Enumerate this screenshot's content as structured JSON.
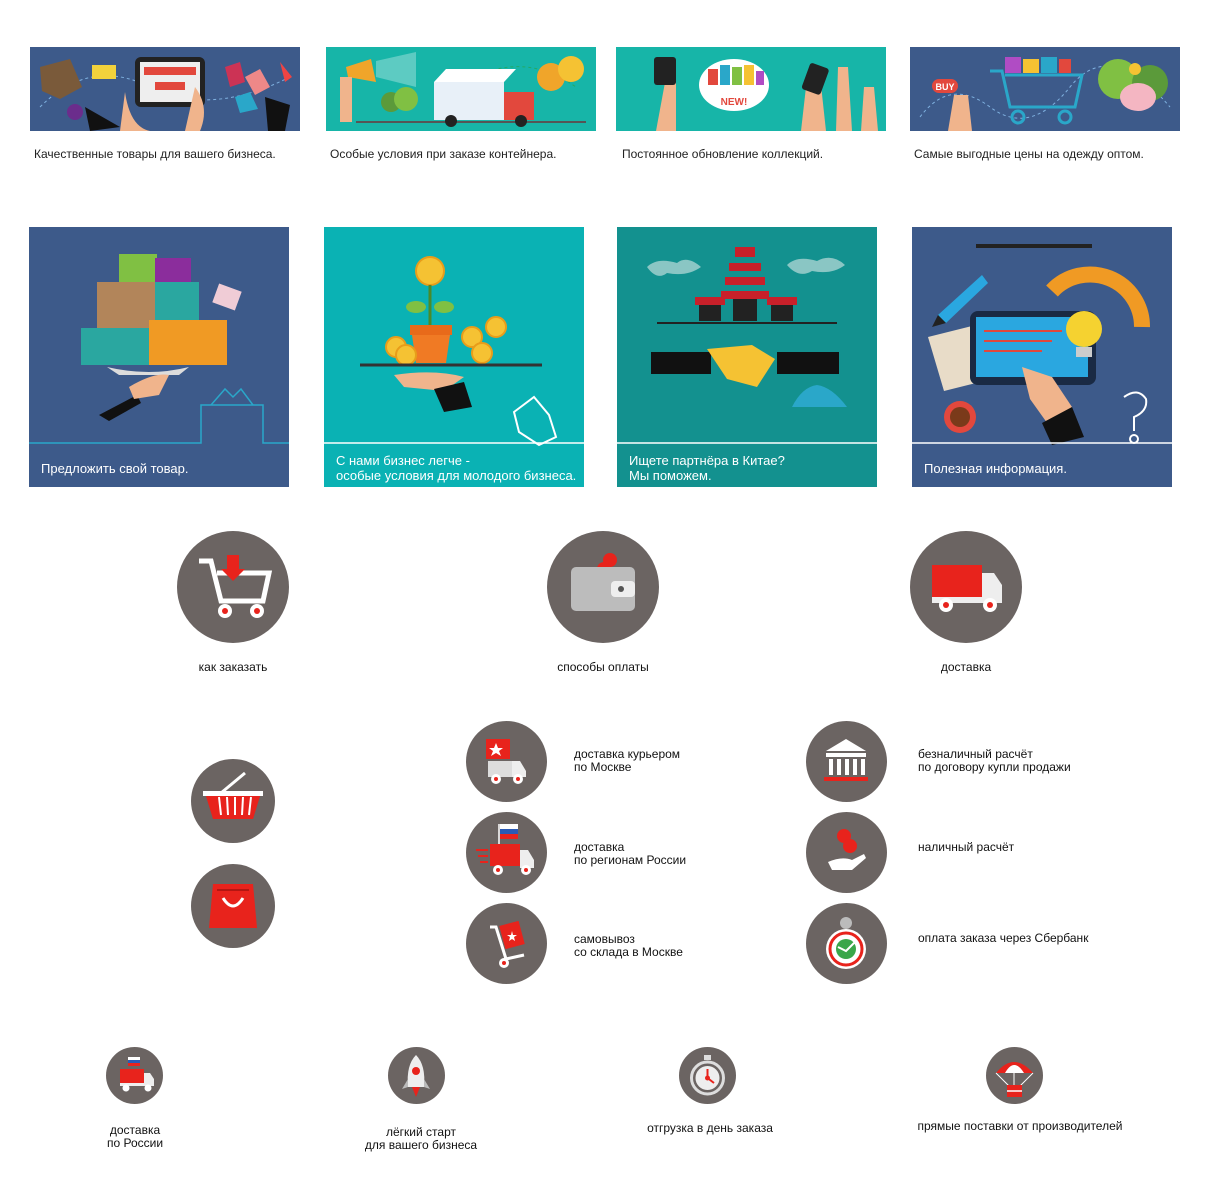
{
  "banners": [
    {
      "caption": "Качественные товары для вашего бизнеса.",
      "icon": "online-shopping-illustration"
    },
    {
      "caption": "Особые условия при заказе контейнера.",
      "icon": "delivery-truck-illustration"
    },
    {
      "caption": "Постоянное обновление коллекций.",
      "icon": "new-collection-illustration",
      "badge": "NEW!"
    },
    {
      "caption": "Самые выгодные цены на одежду оптом.",
      "icon": "shopping-cart-savings-illustration",
      "badge": "BUY"
    }
  ],
  "cards": [
    {
      "line1": "Предложить свой товар.",
      "line2": "",
      "bg": "#3d5a8a",
      "icon": "boxes-on-tray-illustration"
    },
    {
      "line1": "С нами бизнес легче -",
      "line2": "особые условия для молодого бизнеса.",
      "bg": "#0ab2b4",
      "icon": "money-plant-illustration"
    },
    {
      "line1": "Ищете партнёра в Китае?",
      "line2": "Мы поможем.",
      "bg": "#13918f",
      "icon": "handshake-china-illustration"
    },
    {
      "line1": "Полезная информация.",
      "line2": "",
      "bg": "#3d5a8a",
      "icon": "tablet-lightbulb-illustration"
    }
  ],
  "main_icons": [
    {
      "label": "как заказать",
      "icon": "cart-icon"
    },
    {
      "label": "способы оплаты",
      "icon": "wallet-icon"
    },
    {
      "label": "доставка",
      "icon": "truck-icon"
    }
  ],
  "side_icons": [
    {
      "icon": "basket-icon"
    },
    {
      "icon": "shopping-bag-icon"
    }
  ],
  "delivery_options": [
    {
      "line1": "доставка курьером",
      "line2": "по Москве",
      "icon": "courier-truck-icon"
    },
    {
      "line1": "доставка",
      "line2": "по регионам России",
      "icon": "russia-truck-icon"
    },
    {
      "line1": "самовывоз",
      "line2": "со склада в Москве",
      "icon": "hand-cart-icon"
    }
  ],
  "payment_options": [
    {
      "line1": "безналичный расчёт",
      "line2": "по договору купли продажи",
      "icon": "bank-icon"
    },
    {
      "line1": "наличный расчёт",
      "line2": "",
      "icon": "coins-hand-icon"
    },
    {
      "line1": "оплата заказа через Сбербанк",
      "line2": "",
      "icon": "sberbank-icon"
    }
  ],
  "small_features": [
    {
      "line1": "доставка",
      "line2": "по России",
      "icon": "russia-truck-small-icon"
    },
    {
      "line1": "лёгкий старт",
      "line2": "для вашего бизнеса",
      "icon": "rocket-icon"
    },
    {
      "line1": "отгрузка в день заказа",
      "line2": "",
      "icon": "stopwatch-icon"
    },
    {
      "line1": "прямые поставки от производителей",
      "line2": "",
      "icon": "parachute-icon"
    }
  ]
}
